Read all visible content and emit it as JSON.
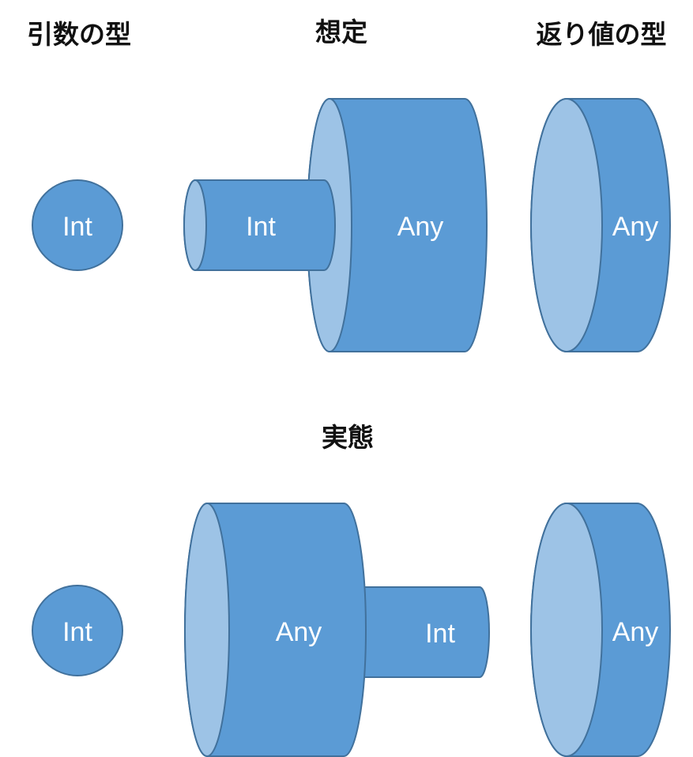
{
  "headers": {
    "argument_type": "引数の型",
    "assumption": "想定",
    "return_type": "返り値の型",
    "reality": "実態"
  },
  "assumption_row": {
    "argument_label": "Int",
    "small_cylinder_label": "Int",
    "large_cylinder_label": "Any",
    "return_label": "Any"
  },
  "reality_row": {
    "argument_label": "Int",
    "large_cylinder_label": "Any",
    "small_cylinder_label": "Int",
    "return_label": "Any"
  },
  "colors": {
    "body_fill": "#5b9bd5",
    "cap_fill": "#9dc3e6",
    "stroke": "#41719c",
    "label": "#ffffff"
  }
}
